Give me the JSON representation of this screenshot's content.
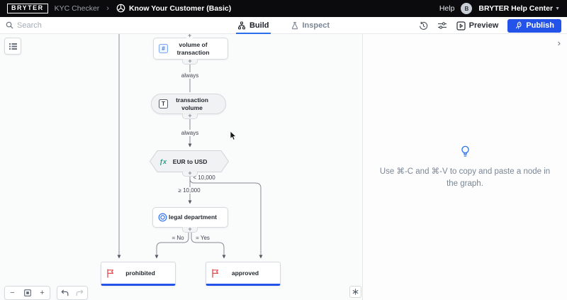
{
  "topbar": {
    "logo": "BRYTER",
    "breadcrumb": "KYC Checker",
    "separator": "›",
    "module_title": "Know Your Customer (Basic)",
    "help_label": "Help",
    "avatar_initial": "B",
    "account_label": "BRYTER Help Center",
    "caret": "▼"
  },
  "toolbar": {
    "search_placeholder": "Search",
    "build_tab": "Build",
    "inspect_tab": "Inspect",
    "preview_label": "Preview",
    "publish_label": "Publish"
  },
  "canvas": {
    "plus": "+",
    "nodes": [
      {
        "id": "volume-of-transaction",
        "type": "input",
        "label": "volume of transaction",
        "icon": "hash"
      },
      {
        "id": "transaction-volume",
        "type": "value",
        "label": "transaction volume",
        "icon": "text"
      },
      {
        "id": "eur-to-usd",
        "type": "function",
        "label": "EUR to USD",
        "icon": "fx"
      },
      {
        "id": "legal-department",
        "type": "input",
        "label": "legal department",
        "icon": "bullseye"
      },
      {
        "id": "prohibited",
        "type": "result",
        "label": "prohibited",
        "icon": "flag"
      },
      {
        "id": "approved",
        "type": "result",
        "label": "approved",
        "icon": "flag"
      }
    ],
    "edges": [
      {
        "label": "always"
      },
      {
        "label": "always"
      },
      {
        "label": "< 10,000"
      },
      {
        "label": "≥ 10,000"
      },
      {
        "label": "= No"
      },
      {
        "label": "= Yes"
      }
    ],
    "controls": {
      "zoom_out": "−",
      "zoom_in": "+"
    }
  },
  "side_panel": {
    "hint": "Use ⌘-C and ⌘-V to copy and paste a node in the graph.",
    "collapse": "›"
  },
  "colors": {
    "accent_blue": "#2353e9",
    "tab_underline": "#2b6fed",
    "function_teal": "#1a9c8f",
    "flag_red": "#e5484d",
    "topbar_black": "#0b0b0d"
  }
}
